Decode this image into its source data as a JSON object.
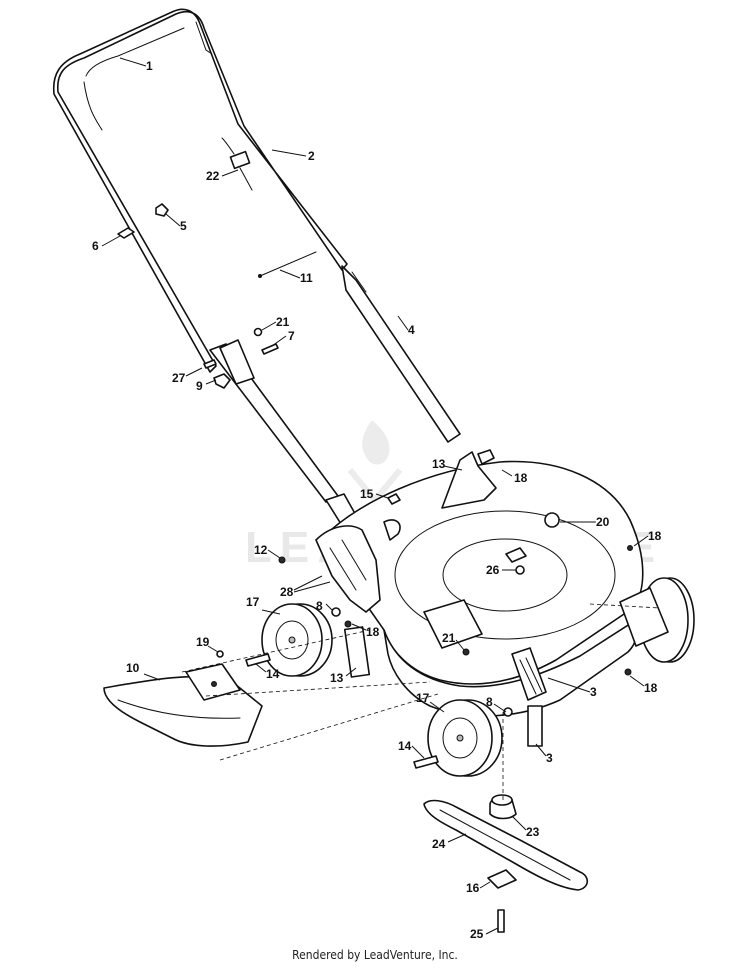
{
  "diagram": {
    "callouts": [
      {
        "id": "c1",
        "label": "1"
      },
      {
        "id": "c2",
        "label": "2"
      },
      {
        "id": "c22",
        "label": "22"
      },
      {
        "id": "c5",
        "label": "5"
      },
      {
        "id": "c6",
        "label": "6"
      },
      {
        "id": "c11",
        "label": "11"
      },
      {
        "id": "c4",
        "label": "4"
      },
      {
        "id": "c21a",
        "label": "21"
      },
      {
        "id": "c7",
        "label": "7"
      },
      {
        "id": "c27",
        "label": "27"
      },
      {
        "id": "c9",
        "label": "9"
      },
      {
        "id": "c13a",
        "label": "13"
      },
      {
        "id": "c18a",
        "label": "18"
      },
      {
        "id": "c15",
        "label": "15"
      },
      {
        "id": "c20",
        "label": "20"
      },
      {
        "id": "c18b",
        "label": "18"
      },
      {
        "id": "c12",
        "label": "12"
      },
      {
        "id": "c26",
        "label": "26"
      },
      {
        "id": "c28",
        "label": "28"
      },
      {
        "id": "c17a",
        "label": "17"
      },
      {
        "id": "c8a",
        "label": "8"
      },
      {
        "id": "c18c",
        "label": "18"
      },
      {
        "id": "c19",
        "label": "19"
      },
      {
        "id": "c21b",
        "label": "21"
      },
      {
        "id": "c10",
        "label": "10"
      },
      {
        "id": "c14a",
        "label": "14"
      },
      {
        "id": "c13b",
        "label": "13"
      },
      {
        "id": "c3a",
        "label": "3"
      },
      {
        "id": "c18d",
        "label": "18"
      },
      {
        "id": "c17b",
        "label": "17"
      },
      {
        "id": "c8b",
        "label": "8"
      },
      {
        "id": "c14b",
        "label": "14"
      },
      {
        "id": "c3b",
        "label": "3"
      },
      {
        "id": "c23",
        "label": "23"
      },
      {
        "id": "c24",
        "label": "24"
      },
      {
        "id": "c16",
        "label": "16"
      },
      {
        "id": "c25",
        "label": "25"
      }
    ]
  },
  "watermark": "LEADVENTURE",
  "footer": "Rendered by LeadVenture, Inc."
}
